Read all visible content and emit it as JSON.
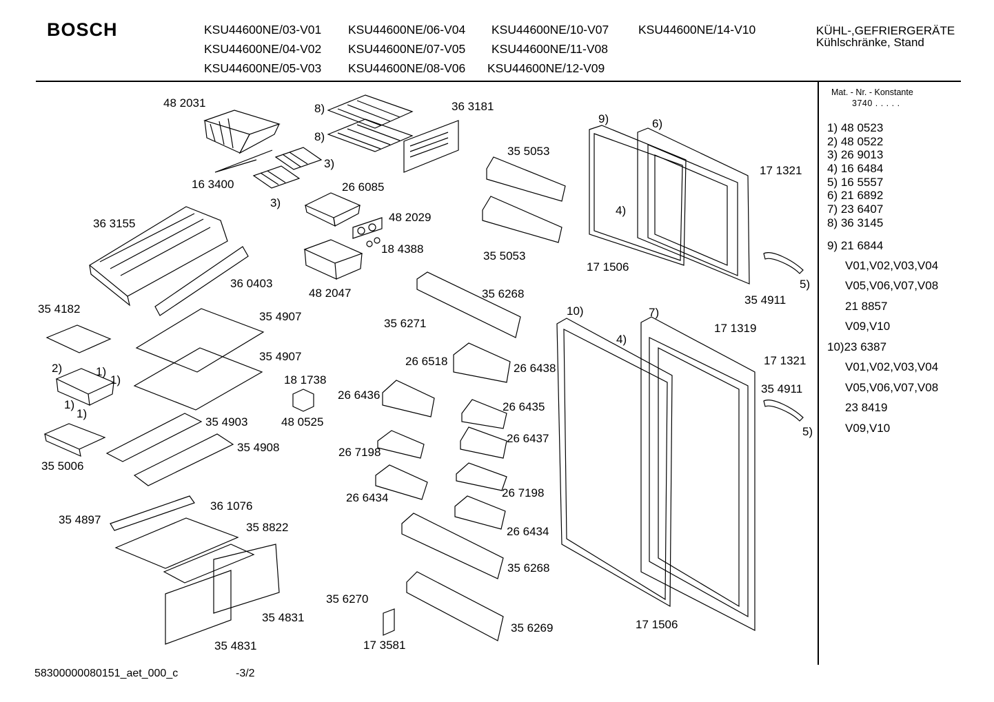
{
  "header": {
    "brand": "BOSCH",
    "models": [
      "KSU44600NE/03-V01",
      "KSU44600NE/06-V04",
      "KSU44600NE/10-V07",
      "KSU44600NE/14-V10",
      "KSU44600NE/04-V02",
      "KSU44600NE/07-V05",
      "KSU44600NE/11-V08",
      "KSU44600NE/05-V03",
      "KSU44600NE/08-V06",
      "KSU44600NE/12-V09"
    ],
    "category_line1": "KÜHL-,GEFRIERGERÄTE",
    "category_line2": "Kühlschränke, Stand"
  },
  "sidebar": {
    "title": "Mat. - Nr. - Konstante",
    "constant": "3740  .  .  .  .  .",
    "items": [
      "1) 48 0523",
      "2) 48 0522",
      "3) 26 9013",
      "4) 16 6484",
      "5) 16 5557",
      "6) 21 6892",
      "7) 23 6407",
      "8) 36 3145",
      "9) 21 6844",
      "V01,V02,V03,V04",
      "V05,V06,V07,V08",
      "21 8857",
      "V09,V10",
      "10)23 6387",
      "V01,V02,V03,V04",
      "V05,V06,V07,V08",
      "23 8419",
      "V09,V10"
    ]
  },
  "labels": [
    "48 2031",
    "8)",
    "8)",
    "36 3181",
    "3)",
    "3)",
    "16 3400",
    "26 6085",
    "48 2029",
    "18 4388",
    "36 3155",
    "48 2047",
    "36 0403",
    "35 5053",
    "35 5053",
    "9)",
    "6)",
    "17 1321",
    "4)",
    "17 1506",
    "35 4911",
    "5)",
    "35 4182",
    "35 4907",
    "35 4907",
    "2)",
    "1)",
    "1)",
    "1)",
    "1)",
    "18 1738",
    "48 0525",
    "35 6268",
    "35 6271",
    "26 6518",
    "26 6438",
    "26 6436",
    "26 6435",
    "26 6437",
    "35 4903",
    "35 4908",
    "35 5006",
    "26 7198",
    "26 7198",
    "26 6434",
    "26 6434",
    "36 1076",
    "35 4897",
    "35 8822",
    "35 6268",
    "35 6270",
    "35 6269",
    "17 3581",
    "35 4831",
    "35 4831",
    "10)",
    "7)",
    "17 1319",
    "4)",
    "17 1321",
    "35 4911",
    "5)",
    "17 1506"
  ],
  "footer": {
    "doc_id": "58300000080151_aet_000_c",
    "page": "-3/2"
  }
}
